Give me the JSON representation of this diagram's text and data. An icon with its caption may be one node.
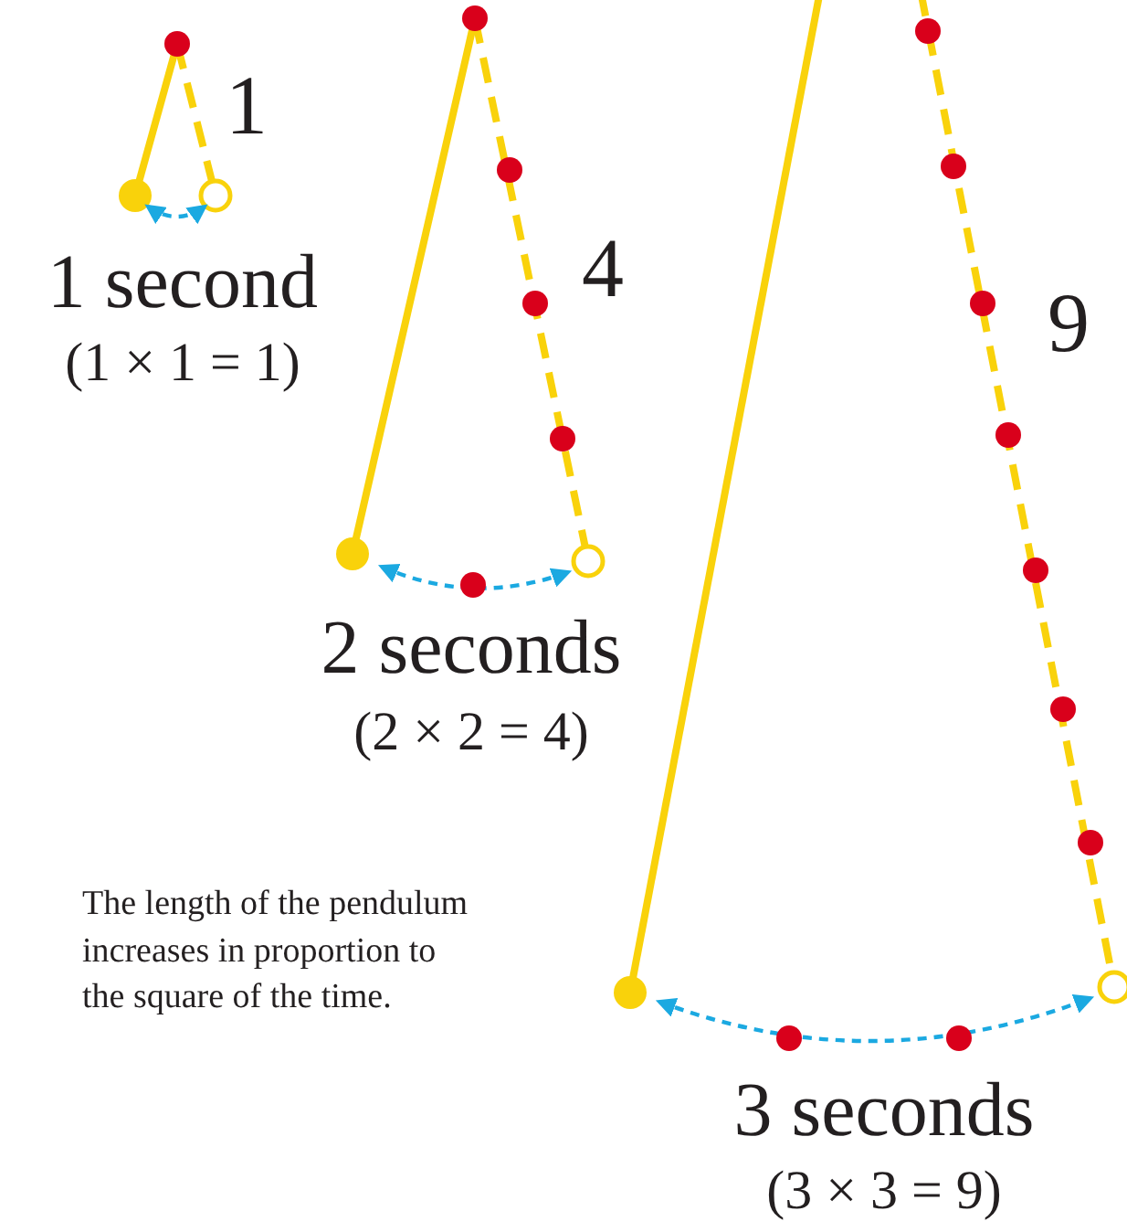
{
  "diagram": {
    "labels": [
      "1",
      "1 second",
      "(1 × 1 = 1)",
      "4",
      "2 seconds",
      "(2 × 2 = 4)",
      "9",
      "3 seconds",
      "(3 × 3 = 9)",
      "The length of the pendulum increases in proportion to the square of the time."
    ]
  }
}
